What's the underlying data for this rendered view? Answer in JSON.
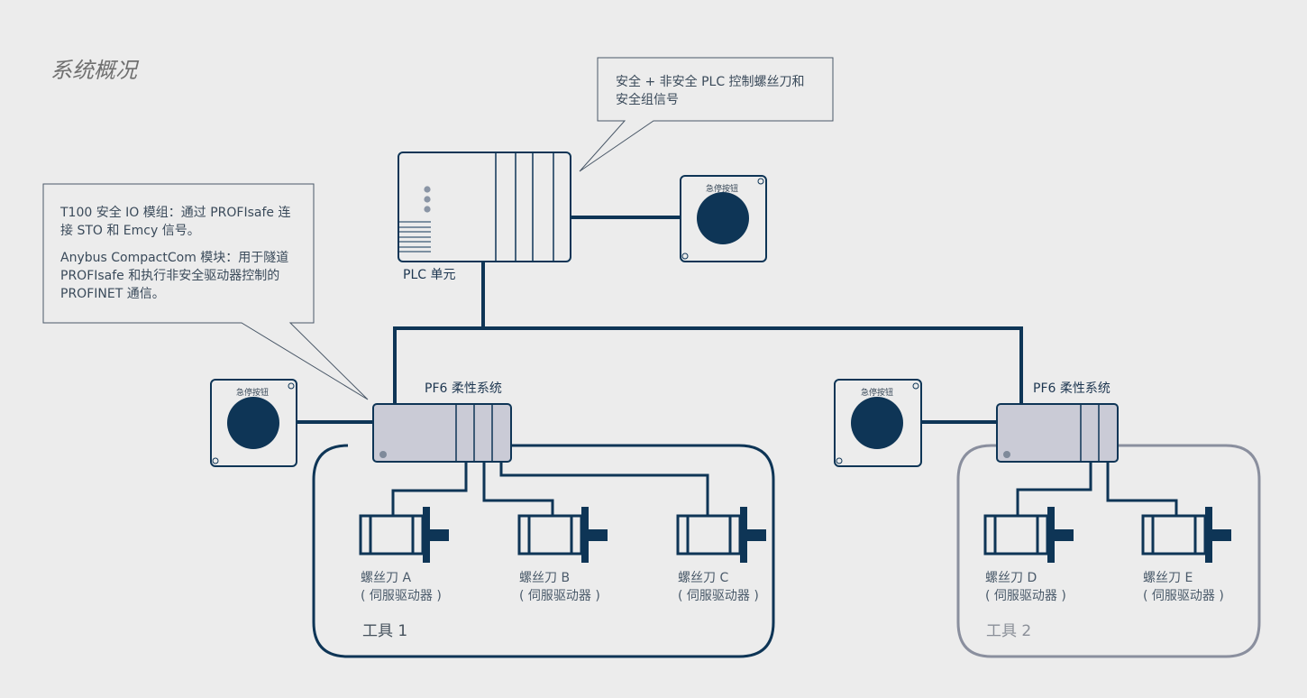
{
  "page": {
    "title": "系统概况"
  },
  "callouts": {
    "plc_note": {
      "line1": "安全 + 非安全 PLC 控制螺丝刀和",
      "line2": "安全组信号"
    },
    "t100_note": {
      "p1_line1": "T100 安全 IO 模组：通过 PROFIsafe 连",
      "p1_line2": "接 STO 和 Emcy 信号。",
      "p2_line1": "Anybus CompactCom 模块：用于隧道",
      "p2_line2": "PROFIsafe 和执行非安全驱动器控制的",
      "p2_line3": "PROFINET 通信。"
    }
  },
  "plc": {
    "label": "PLC 单元"
  },
  "estop": {
    "label": "急停按钮",
    "icon": "emergency-stop-icon"
  },
  "systems": [
    {
      "label": "PF6 柔性系统",
      "tool_label": "工具 1",
      "drives": [
        {
          "name": "螺丝刀 A",
          "sub": "( 伺服驱动器 )"
        },
        {
          "name": "螺丝刀 B",
          "sub": "( 伺服驱动器 )"
        },
        {
          "name": "螺丝刀 C",
          "sub": "( 伺服驱动器 )"
        }
      ]
    },
    {
      "label": "PF6 柔性系统",
      "tool_label": "工具 2",
      "drives": [
        {
          "name": "螺丝刀 D",
          "sub": "( 伺服驱动器 )"
        },
        {
          "name": "螺丝刀 E",
          "sub": "( 伺服驱动器 )"
        }
      ]
    }
  ],
  "colors": {
    "navy": "#0e3556",
    "background": "#ececec",
    "pf6_fill": "#cacbd6",
    "tool2_border": "#8a8f9e",
    "indicator": "#8a95a5"
  }
}
